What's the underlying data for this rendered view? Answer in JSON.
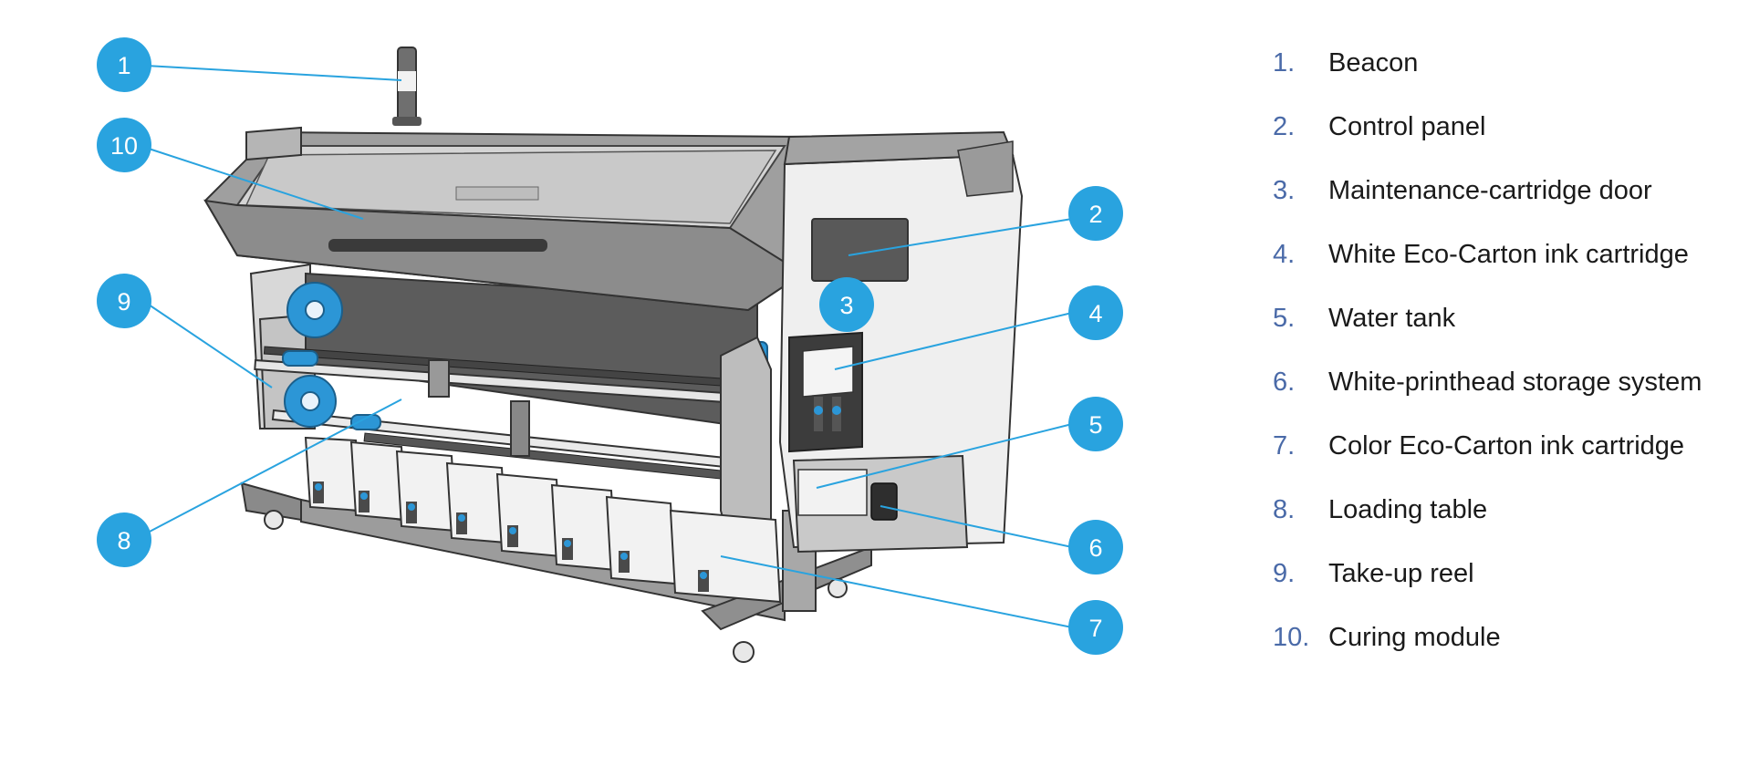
{
  "colors": {
    "callout": "#29a3df",
    "legend_number": "#4a6aa8",
    "text": "#1a1a1a"
  },
  "callouts": [
    "1",
    "2",
    "3",
    "4",
    "5",
    "6",
    "7",
    "8",
    "9",
    "10"
  ],
  "legend": [
    {
      "num": "1.",
      "label": "Beacon"
    },
    {
      "num": "2.",
      "label": "Control panel"
    },
    {
      "num": "3.",
      "label": "Maintenance-cartridge door"
    },
    {
      "num": "4.",
      "label": "White Eco-Carton ink cartridge"
    },
    {
      "num": "5.",
      "label": "Water tank"
    },
    {
      "num": "6.",
      "label": "White-printhead storage system"
    },
    {
      "num": "7.",
      "label": "Color Eco-Carton ink cartridge"
    },
    {
      "num": "8.",
      "label": "Loading table"
    },
    {
      "num": "9.",
      "label": "Take-up reel"
    },
    {
      "num": "10.",
      "label": "Curing module"
    }
  ]
}
